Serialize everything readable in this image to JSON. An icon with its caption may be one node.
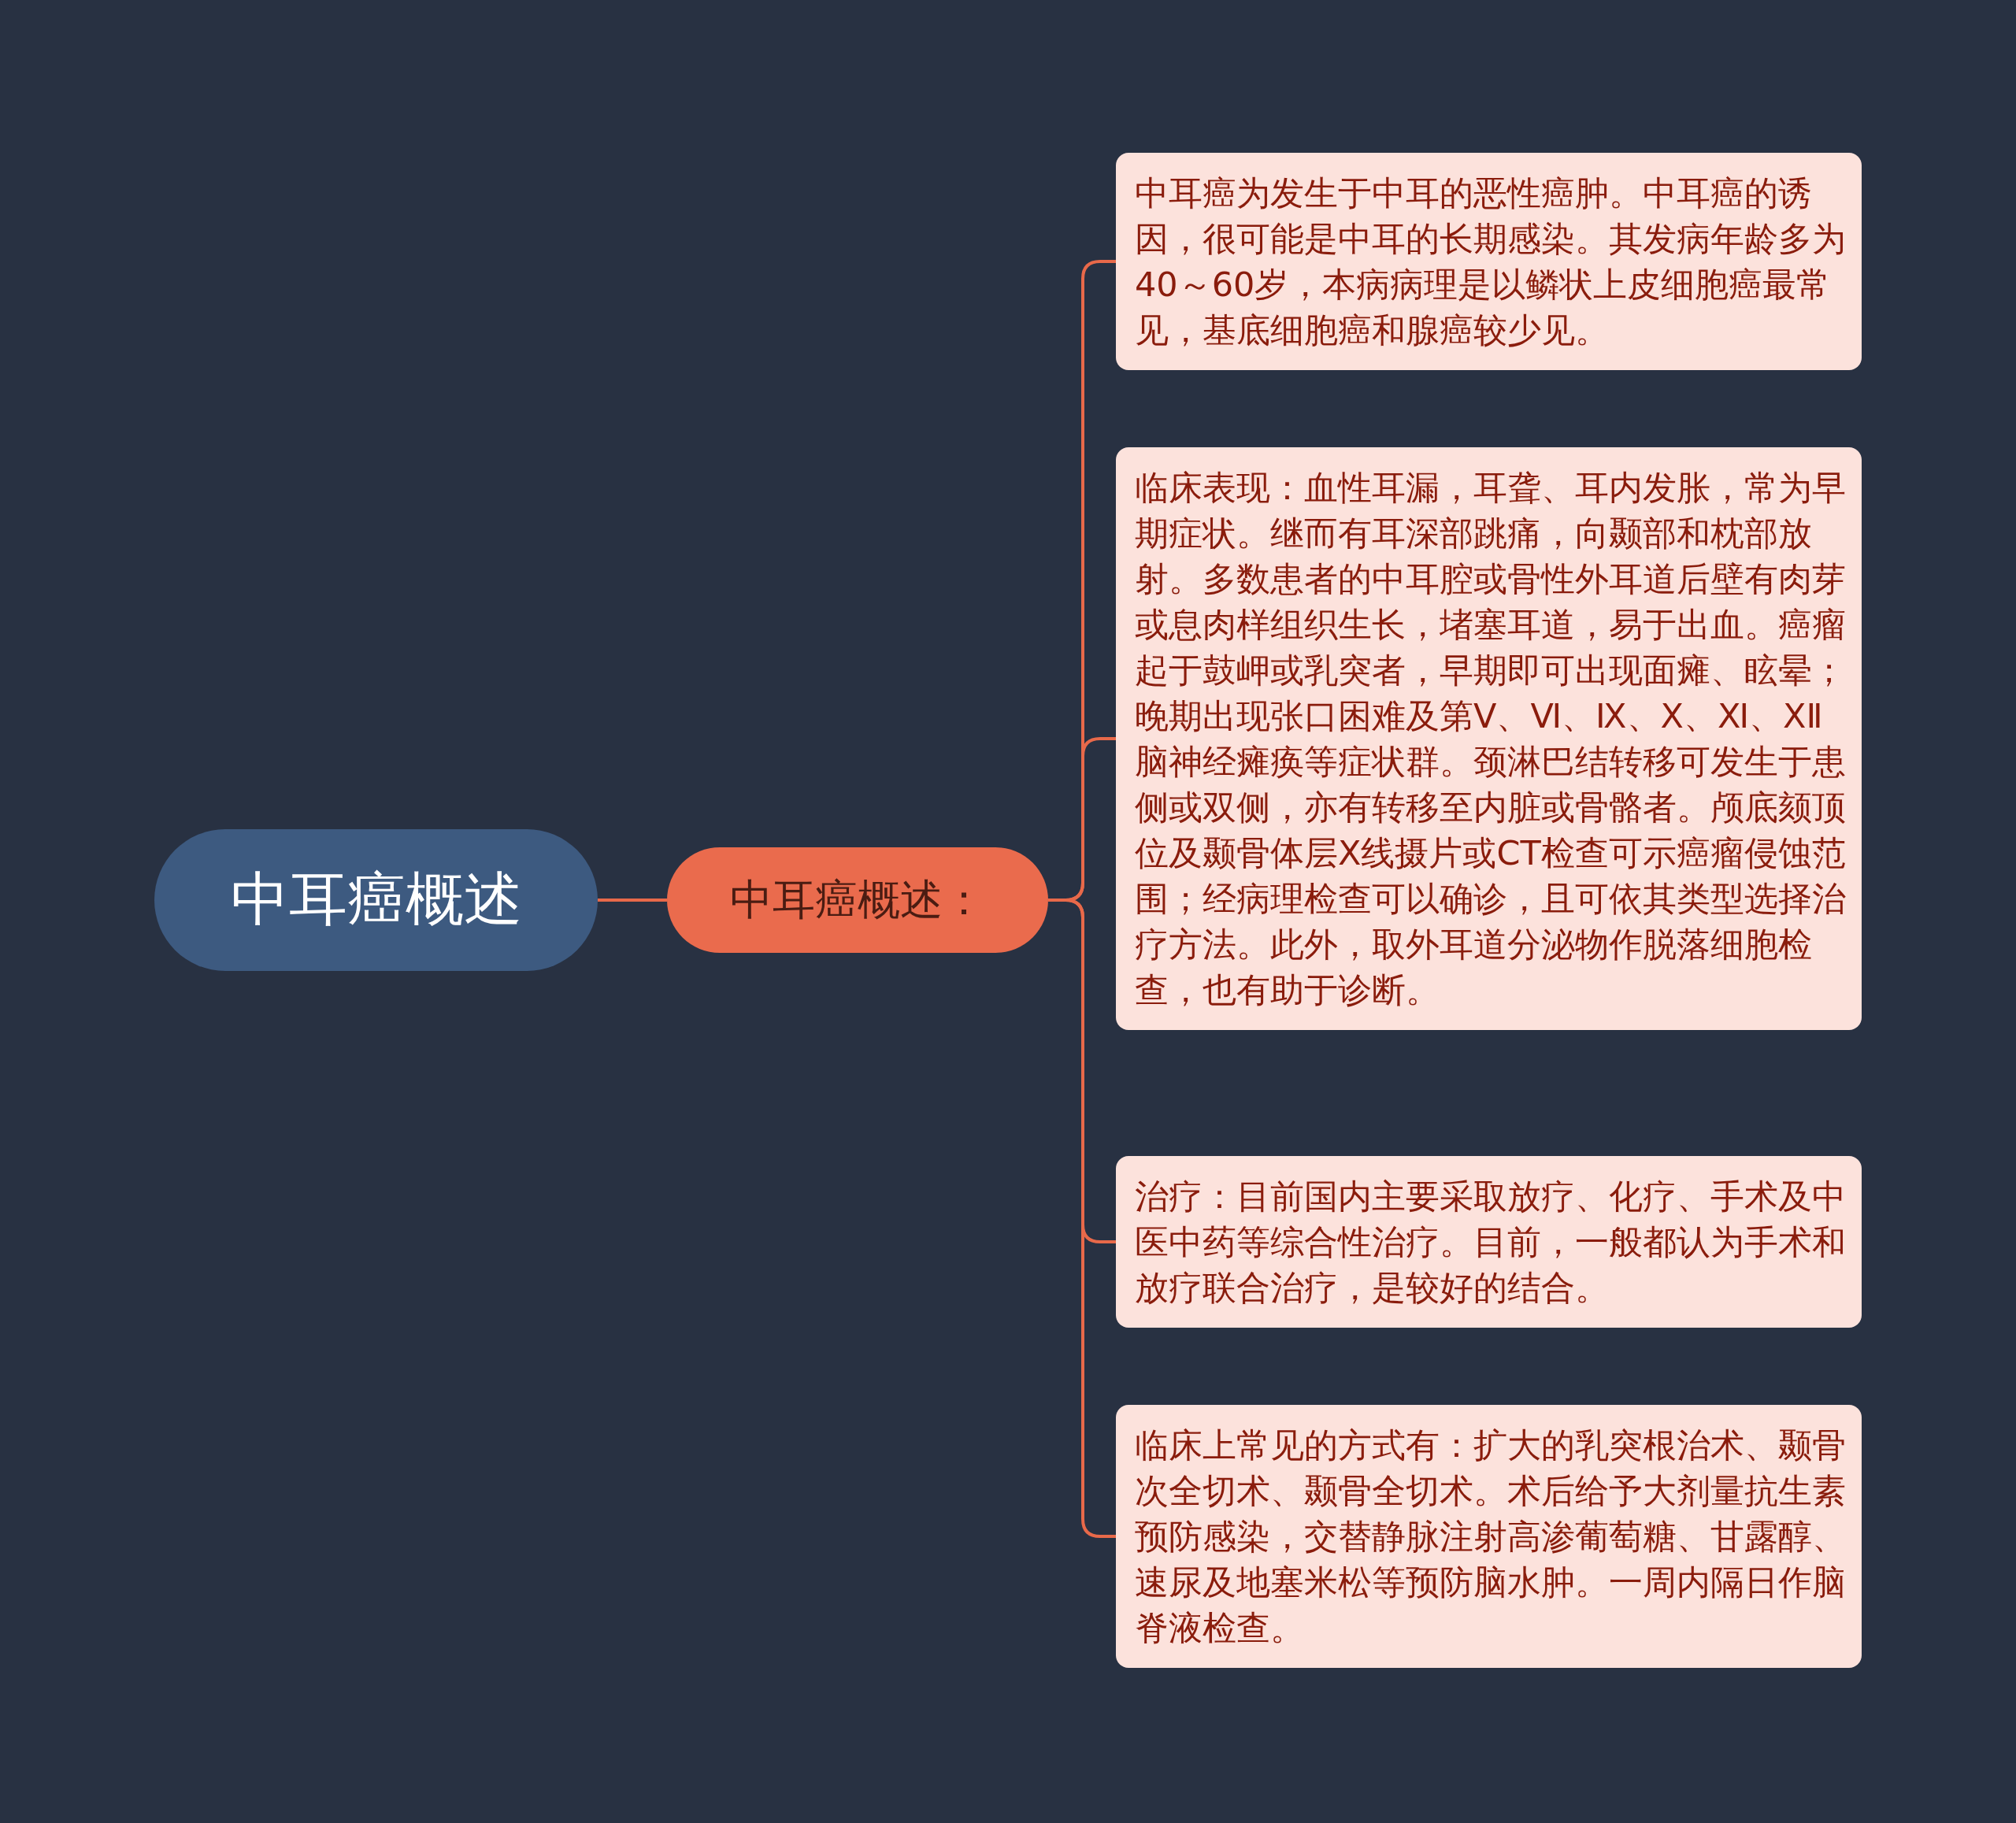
{
  "diagram": {
    "nodes": [
      {
        "text": [
          "中耳癌概述"
        ]
      },
      {
        "text": [
          "中耳癌概述："
        ]
      },
      {
        "text": [
          "中耳癌为发生于中耳的恶性癌肿。中耳癌的诱因，很可能是中耳的长期感染。其发病年龄多为40～60岁，本病病理是以鳞状上皮细胞癌最常见，基底细胞癌和腺癌较少见。"
        ]
      },
      {
        "text": [
          "临床表现：血性耳漏，耳聋、耳内发胀，常为早期症状。继而有耳深部跳痛，向颞部和枕部放射。多数患者的中耳腔或骨性外耳道后壁有肉芽或息肉样组织生长，堵塞耳道，易于出血。癌瘤起于鼓岬或乳突者，早期即可出现面瘫、眩晕；晚期出现张口困难及第Ⅴ、Ⅵ、Ⅸ、Ⅹ、Ⅺ、ⅩⅡ脑神经瘫痪等症状群。颈淋巴结转移可发生于患侧或双侧，亦有转移至内脏或骨骼者。颅底颏顶位及颞骨体层X线摄片或CT检查可示癌瘤侵蚀范围；经病理检查可以确诊，且可依其类型选择治疗方法。此外，取外耳道分泌物作脱落细胞检查，也有助于诊断。"
        ]
      },
      {
        "text": [
          "治疗：目前国内主要采取放疗、化疗、手术及中医中药等综合性治疗。目前，一般都认为手术和放疗联合治疗，是较好的结合。"
        ]
      },
      {
        "text": [
          "临床上常见的方式有：扩大的乳突根治术、颞骨次全切术、颞骨全切术。术后给予大剂量抗生素预防感染，交替静脉注射高渗葡萄糖、甘露醇、速尿及地塞米松等预防脑水肿。一周内隔日作脑脊液检查。"
        ]
      }
    ],
    "edges": [
      {
        "from": 0,
        "to": 1,
        "arrow": "none"
      },
      {
        "from": 1,
        "to": 2,
        "arrow": "none"
      },
      {
        "from": 1,
        "to": 3,
        "arrow": "none"
      },
      {
        "from": 1,
        "to": 4,
        "arrow": "none"
      },
      {
        "from": 1,
        "to": 5,
        "arrow": "none"
      }
    ]
  }
}
